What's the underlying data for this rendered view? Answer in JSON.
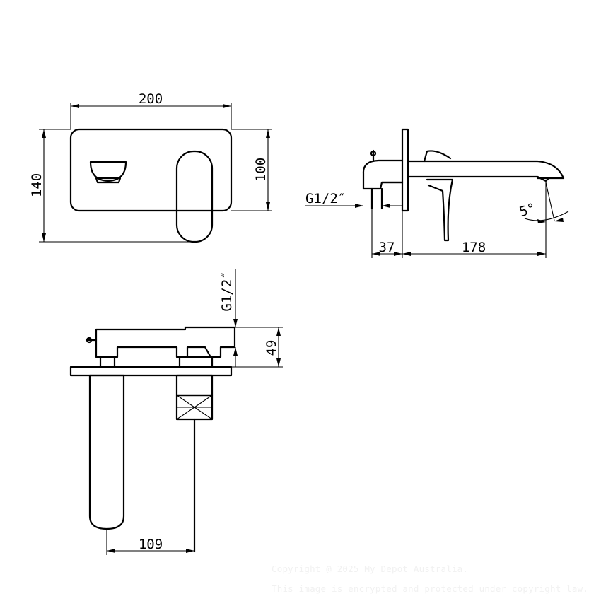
{
  "front_view": {
    "width_label": "200",
    "height_label": "140",
    "plate_height_label": "100"
  },
  "side_view": {
    "thread_label": "G1/2″",
    "depth_label": "37",
    "spout_reach_label": "178",
    "angle_label": "5°"
  },
  "plan_view": {
    "thread_label": "G1/2″",
    "body_depth_label": "49",
    "offset_label": "109"
  },
  "watermark": {
    "line1": "Copyright @ 2025 My Depot Australia.",
    "line2": "This image is encrypted and protected under copyright law."
  }
}
